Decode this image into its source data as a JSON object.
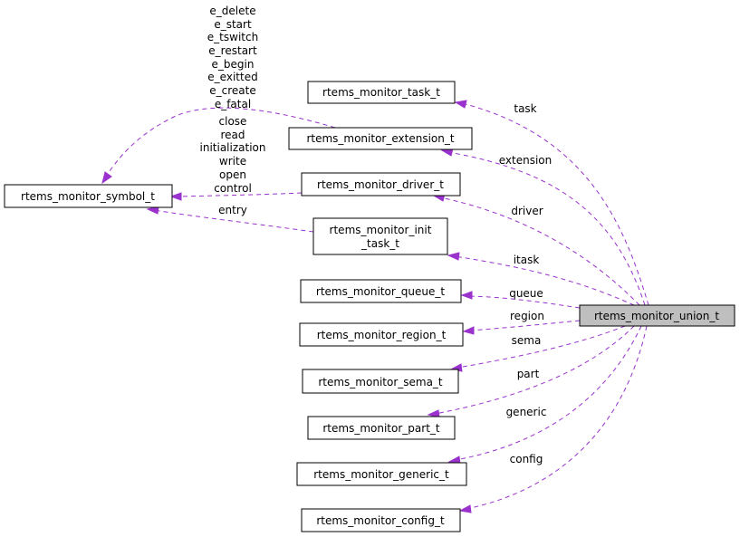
{
  "nodes": {
    "union": "rtems_monitor_union_t",
    "task": "rtems_monitor_task_t",
    "extension": "rtems_monitor_extension_t",
    "driver": "rtems_monitor_driver_t",
    "init_line1": "rtems_monitor_init",
    "init_line2": "_task_t",
    "queue": "rtems_monitor_queue_t",
    "region": "rtems_monitor_region_t",
    "sema": "rtems_monitor_sema_t",
    "part": "rtems_monitor_part_t",
    "generic": "rtems_monitor_generic_t",
    "config": "rtems_monitor_config_t",
    "symbol": "rtems_monitor_symbol_t"
  },
  "edge_labels": {
    "task": "task",
    "extension": "extension",
    "driver": "driver",
    "itask": "itask",
    "queue": "queue",
    "region": "region",
    "sema": "sema",
    "part": "part",
    "generic": "generic",
    "config": "config",
    "entry": "entry",
    "extension_symbols": [
      "e_delete",
      "e_start",
      "e_tswitch",
      "e_restart",
      "e_begin",
      "e_exitted",
      "e_create",
      "e_fatal"
    ],
    "driver_symbols": [
      "close",
      "read",
      "initialization",
      "write",
      "open",
      "control"
    ]
  },
  "colors": {
    "edge": "#9a32cd",
    "focus_node_fill": "#bfbfbf"
  }
}
